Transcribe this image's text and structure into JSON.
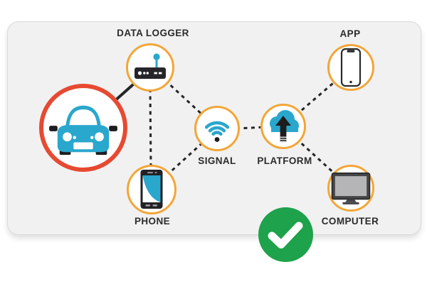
{
  "diagram": {
    "nodes": {
      "car": {
        "label": "",
        "icon": "car-icon",
        "ring_color": "#e64a31"
      },
      "data_logger": {
        "label": "DATA LOGGER",
        "icon": "data-logger-icon",
        "ring_color": "#f3a637"
      },
      "signal": {
        "label": "SIGNAL",
        "icon": "wifi-icon",
        "ring_color": "#f3a637"
      },
      "platform": {
        "label": "PLATFORM",
        "icon": "cloud-upload-icon",
        "ring_color": "#f3a637"
      },
      "phone": {
        "label": "PHONE",
        "icon": "smartphone-icon",
        "ring_color": "#f3a637"
      },
      "app": {
        "label": "APP",
        "icon": "mobile-app-icon",
        "ring_color": "#f3a637"
      },
      "computer": {
        "label": "COMPUTER",
        "icon": "desktop-monitor-icon",
        "ring_color": "#f3a637"
      }
    },
    "edges": [
      {
        "from": "car",
        "to": "data_logger",
        "style": "solid"
      },
      {
        "from": "data_logger",
        "to": "phone",
        "style": "dashed"
      },
      {
        "from": "data_logger",
        "to": "signal",
        "style": "dashed"
      },
      {
        "from": "phone",
        "to": "signal",
        "style": "dashed"
      },
      {
        "from": "signal",
        "to": "platform",
        "style": "dashed"
      },
      {
        "from": "platform",
        "to": "app",
        "style": "dashed"
      },
      {
        "from": "platform",
        "to": "computer",
        "style": "dashed"
      }
    ],
    "status_badge": {
      "icon": "checkmark-icon"
    },
    "colors": {
      "ring_orange": "#f3a637",
      "ring_red": "#e64a31",
      "icon_blue": "#2aa7cd",
      "badge_green": "#1ea24b",
      "line_dark": "#252525",
      "panel_bg": "#f1f1f2",
      "label_text": "#2b2b2b"
    }
  }
}
